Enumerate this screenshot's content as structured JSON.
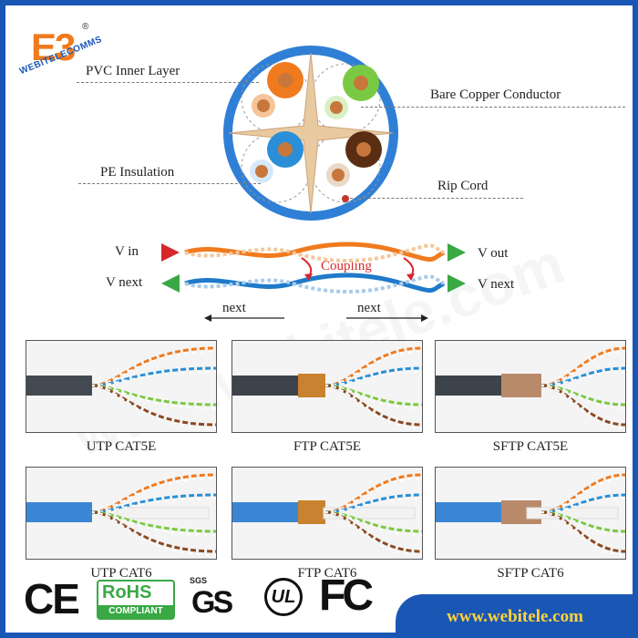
{
  "brand": {
    "logo_text": "E3",
    "name": "WEBITELECOMMS",
    "registered": "®"
  },
  "cross_section": {
    "labels": {
      "pvc_inner_layer": "PVC Inner Layer",
      "bare_copper_conductor": "Bare Copper Conductor",
      "pe_insulation": "PE Insulation",
      "rip_cord": "Rip Cord"
    },
    "colors": {
      "jacket": "#2f7fd6",
      "pair_orange": "#f07a1e",
      "pair_green": "#7ac943",
      "pair_blue": "#2a8fd6",
      "pair_brown": "#5a2e12",
      "copper": "#c7773b",
      "separator": "#e9c9a0"
    }
  },
  "coupling_diagram": {
    "v_in": "V in",
    "v_out": "V out",
    "v_next_left": "V next",
    "v_next_right": "V next",
    "coupling": "Coupling",
    "next_left": "next",
    "next_right": "next"
  },
  "cables": [
    {
      "caption": "UTP CAT5E",
      "shield": "none",
      "jacket_color": "#444a52"
    },
    {
      "caption": "FTP CAT5E",
      "shield": "foil",
      "jacket_color": "#3d434a"
    },
    {
      "caption": "SFTP CAT5E",
      "shield": "braid",
      "jacket_color": "#3d434a"
    },
    {
      "caption": "UTP CAT6",
      "shield": "none",
      "jacket_color": "#3b86d4"
    },
    {
      "caption": "FTP CAT6",
      "shield": "foil",
      "jacket_color": "#3b86d4"
    },
    {
      "caption": "SFTP CAT6",
      "shield": "braid",
      "jacket_color": "#3b86d4"
    }
  ],
  "certifications": {
    "ce": "CE",
    "rohs": "RoHS",
    "rohs_sub": "COMPLIANT",
    "sgs": "SGS",
    "gs": "GS",
    "ul": "UL",
    "fc": "FC"
  },
  "watermark": "www.webitele.com",
  "footer": {
    "url": "www.webitele.com"
  }
}
